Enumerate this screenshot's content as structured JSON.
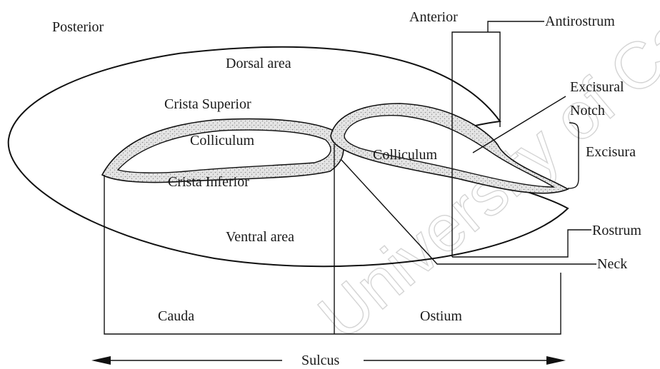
{
  "diagram": {
    "labels": {
      "posterior": "Posterior",
      "anterior": "Anterior",
      "antirostrum": "Antirostrum",
      "dorsal_area": "Dorsal area",
      "crista_superior": "Crista Superior",
      "colliculum_left": "Colliculum",
      "colliculum_right": "Colliculum",
      "crista_inferior": "Crista Inferior",
      "excisural_notch_line1": "Excisural",
      "excisural_notch_line2": "Notch",
      "excisura": "Excisura",
      "ventral_area": "Ventral area",
      "rostrum": "Rostrum",
      "neck": "Neck",
      "cauda": "Cauda",
      "ostium": "Ostium",
      "sulcus": "Sulcus"
    },
    "watermark": "University of Cape Town",
    "colors": {
      "line": "#111111",
      "stipple": "#9a9a9a",
      "watermark": "#d4d4d4"
    }
  }
}
